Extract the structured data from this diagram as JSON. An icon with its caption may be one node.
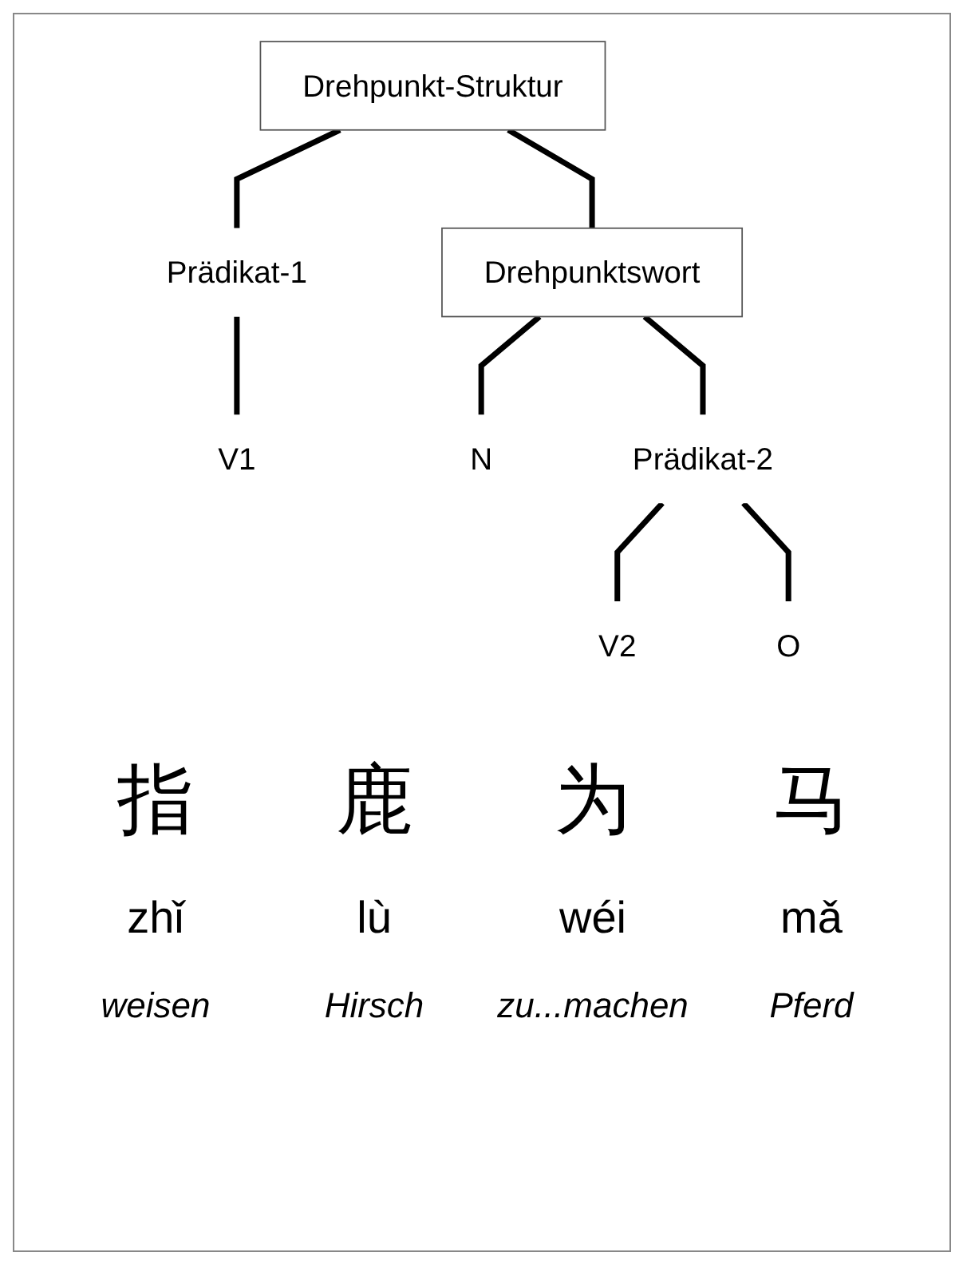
{
  "diagram": {
    "nodes": [
      {
        "text": [
          "Drehpunkt-Struktur"
        ]
      },
      {
        "text": [
          "Prädikat-1"
        ]
      },
      {
        "text": [
          "Drehpunktswort"
        ]
      },
      {
        "text": [
          "Prädikat-2"
        ]
      },
      {
        "text": [
          "V1"
        ]
      },
      {
        "text": [
          "N"
        ]
      },
      {
        "text": [
          "V2"
        ]
      },
      {
        "text": [
          "O"
        ]
      }
    ],
    "edges": [
      {
        "from": 0,
        "to": 1,
        "arrow": "none"
      },
      {
        "from": 0,
        "to": 2,
        "arrow": "none"
      },
      {
        "from": 2,
        "to": 5,
        "arrow": "none"
      },
      {
        "from": 2,
        "to": 3,
        "arrow": "none"
      },
      {
        "from": 1,
        "to": 4,
        "arrow": "none"
      },
      {
        "from": 3,
        "to": 6,
        "arrow": "none"
      },
      {
        "from": 3,
        "to": 7,
        "arrow": "none"
      }
    ],
    "labels": [
      "指",
      "鹿",
      "为",
      "马",
      "zhǐ",
      "lù",
      "wéi",
      "mǎ",
      "weisen",
      "Hirsch",
      "zu...machen",
      "Pferd"
    ]
  }
}
